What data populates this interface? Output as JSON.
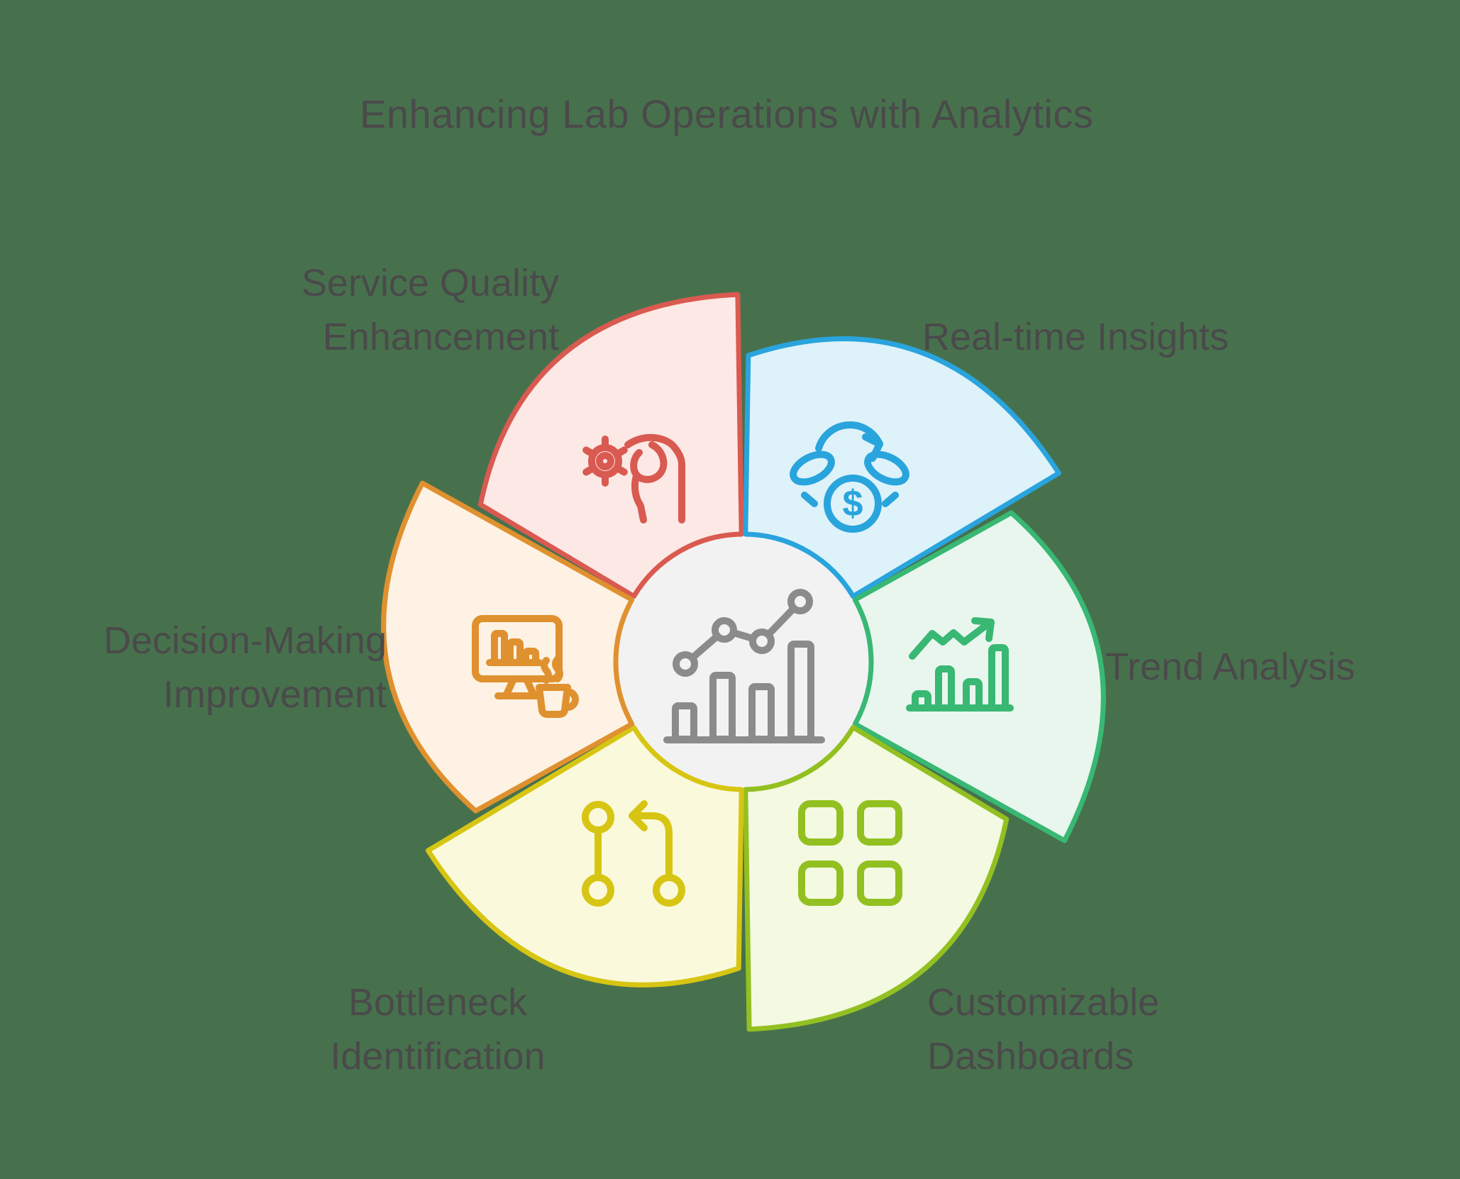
{
  "title": "Enhancing Lab Operations with Analytics",
  "background_color": "#47714d",
  "text_color": "#4a4a4a",
  "center": {
    "icon": "analytics-bar-line-chart-icon",
    "fill": "#f2f2f3",
    "icon_color": "#8b8b8b"
  },
  "geometry_note": "six-petal pinwheel cycle diagram around central analytics circle",
  "segments": [
    {
      "id": "service-quality",
      "label": "Service Quality\nEnhancement",
      "icon": "gear-hand-icon",
      "stroke": "#d95a50",
      "fill": "#fce8e5",
      "tip_angle": 0
    },
    {
      "id": "real-time-insights",
      "label": "Real-time Insights",
      "icon": "money-refresh-icon",
      "icon_text": "$",
      "stroke": "#29a4dd",
      "fill": "#def2fa",
      "tip_angle": 60
    },
    {
      "id": "trend-analysis",
      "label": "Trend Analysis",
      "icon": "trend-bar-chart-icon",
      "stroke": "#38b873",
      "fill": "#e9f6ee",
      "tip_angle": 120
    },
    {
      "id": "customizable-dashboards",
      "label": "Customizable\nDashboards",
      "icon": "dashboard-grid-icon",
      "stroke": "#93c021",
      "fill": "#f4f9e2",
      "tip_angle": 180
    },
    {
      "id": "bottleneck-identification",
      "label": "Bottleneck\nIdentification",
      "icon": "git-compare-icon",
      "stroke": "#d7c513",
      "fill": "#fbf9db",
      "tip_angle": 240
    },
    {
      "id": "decision-making",
      "label": "Decision-Making\nImprovement",
      "icon": "monitor-coffee-icon",
      "stroke": "#e0912f",
      "fill": "#fdf2e3",
      "tip_angle": 300
    }
  ]
}
